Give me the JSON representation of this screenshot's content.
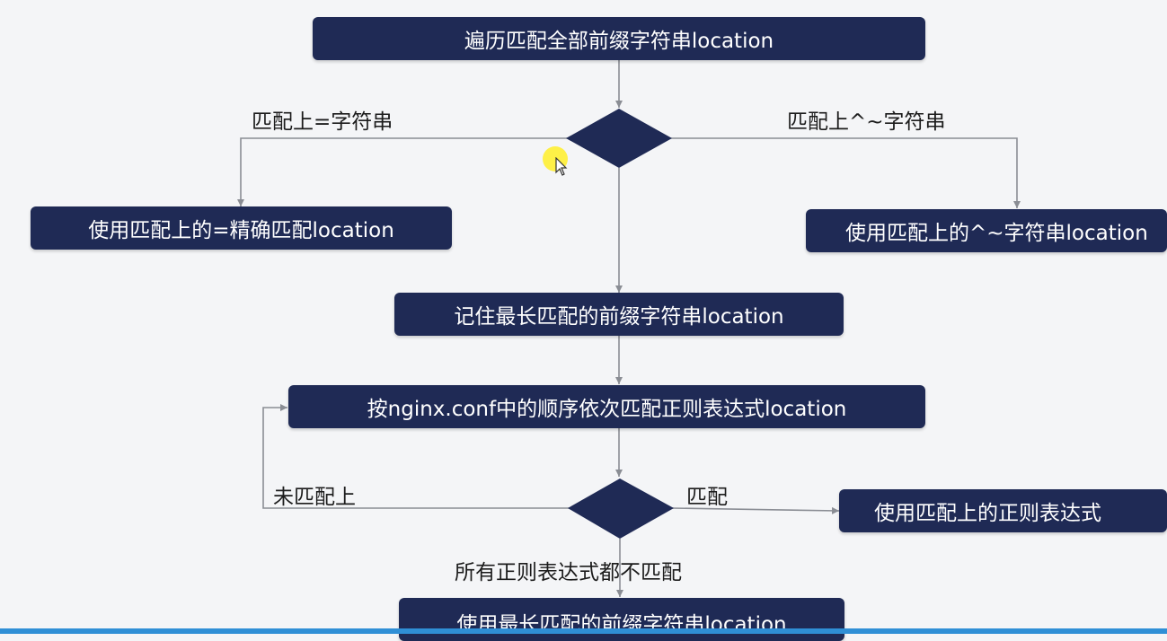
{
  "title_fragment": "",
  "nodes": {
    "start": "遍历匹配全部前缀字符串location",
    "exact": "使用匹配上的=精确匹配location",
    "caret": "使用匹配上的^~字符串location",
    "longest": "记住最长匹配的前缀字符串location",
    "regex_loop": "按nginx.conf中的顺序依次匹配正则表达式location",
    "use_regex": "使用匹配上的正则表达式",
    "use_longest": "使用最长匹配的前缀字符串location"
  },
  "edge_labels": {
    "exact_match": "匹配上=字符串",
    "caret_match": "匹配上^~字符串",
    "no_match": "未匹配上",
    "match": "匹配",
    "none_match": "所有正则表达式都不匹配"
  },
  "colors": {
    "node_fill": "#1f2a55",
    "node_text": "#ffffff",
    "line": "#8a8d94",
    "background": "#f4f5f7",
    "cursor_highlight": "#ffee28",
    "bottom_bar": "#2f8fd6"
  },
  "icons": {
    "cursor": "mouse-pointer-icon"
  }
}
